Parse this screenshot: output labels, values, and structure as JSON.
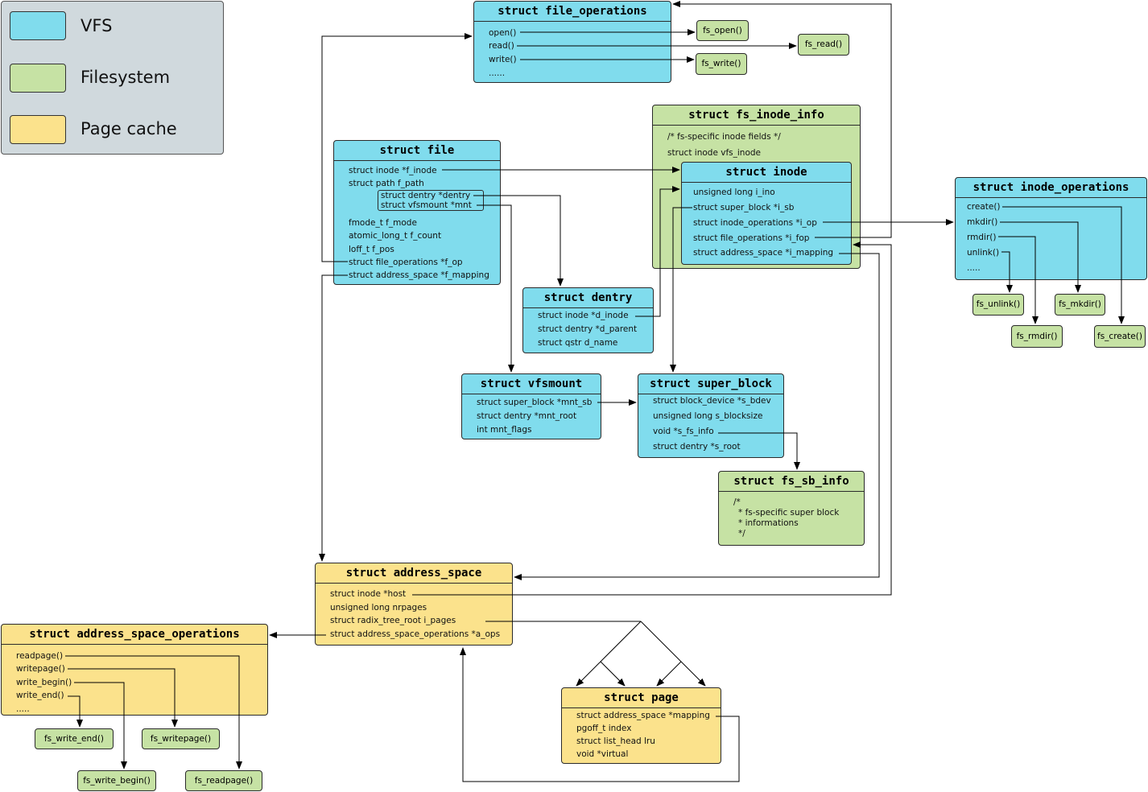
{
  "legend": {
    "vfs": {
      "label": "VFS",
      "color": "#80dced"
    },
    "filesystem": {
      "label": "Filesystem",
      "color": "#c6e2a4"
    },
    "page_cache": {
      "label": "Page cache",
      "color": "#fbe28c"
    }
  },
  "file_operations": {
    "title": "struct file_operations",
    "fields": [
      "open()",
      "read()",
      "write()",
      "......"
    ]
  },
  "fs_inode_info": {
    "title": "struct fs_inode_info",
    "fields": [
      "/* fs-specific inode fields */",
      "struct inode vfs_inode"
    ]
  },
  "inode": {
    "title": "struct inode",
    "fields": [
      "unsigned long i_ino",
      "struct super_block *i_sb",
      "struct inode_operations *i_op",
      "struct file_operations *i_fop",
      "struct address_space *i_mapping"
    ]
  },
  "file": {
    "title": "struct file",
    "fields": [
      "struct inode *f_inode",
      "struct path f_path",
      "struct dentry *dentry",
      "struct vfsmount *mnt",
      "fmode_t f_mode",
      "atomic_long_t f_count",
      "loff_t f_pos",
      "struct file_operations *f_op",
      "struct address_space *f_mapping"
    ]
  },
  "inode_operations": {
    "title": "struct inode_operations",
    "fields": [
      "create()",
      "mkdir()",
      "rmdir()",
      "unlink()",
      "....."
    ]
  },
  "dentry": {
    "title": "struct dentry",
    "fields": [
      "struct inode *d_inode",
      "struct dentry *d_parent",
      "struct qstr d_name"
    ]
  },
  "vfsmount": {
    "title": "struct vfsmount",
    "fields": [
      "struct super_block *mnt_sb",
      "struct dentry *mnt_root",
      "int mnt_flags"
    ]
  },
  "super_block": {
    "title": "struct super_block",
    "fields": [
      "struct block_device *s_bdev",
      "unsigned long s_blocksize",
      "void *s_fs_info",
      "struct dentry *s_root"
    ]
  },
  "fs_sb_info": {
    "title": "struct fs_sb_info",
    "fields": [
      "/*",
      "* fs-specific super block",
      "* informations",
      "*/"
    ]
  },
  "address_space": {
    "title": "struct address_space",
    "fields": [
      "struct inode *host",
      "unsigned long nrpages",
      "struct radix_tree_root i_pages",
      "struct address_space_operations *a_ops"
    ]
  },
  "address_space_operations": {
    "title": "struct address_space_operations",
    "fields": [
      "readpage()",
      "writepage()",
      "write_begin()",
      "write_end()",
      "....."
    ]
  },
  "page": {
    "title": "struct page",
    "fields": [
      "struct address_space *mapping",
      "pgoff_t index",
      "struct list_head lru",
      "void *virtual"
    ]
  },
  "fs_functions": {
    "open": "fs_open()",
    "read": "fs_read()",
    "write": "fs_write()",
    "unlink": "fs_unlink()",
    "mkdir": "fs_mkdir()",
    "rmdir": "fs_rmdir()",
    "create": "fs_create()",
    "write_end": "fs_write_end()",
    "writepage": "fs_writepage()",
    "write_begin": "fs_write_begin()",
    "readpage": "fs_readpage()"
  }
}
